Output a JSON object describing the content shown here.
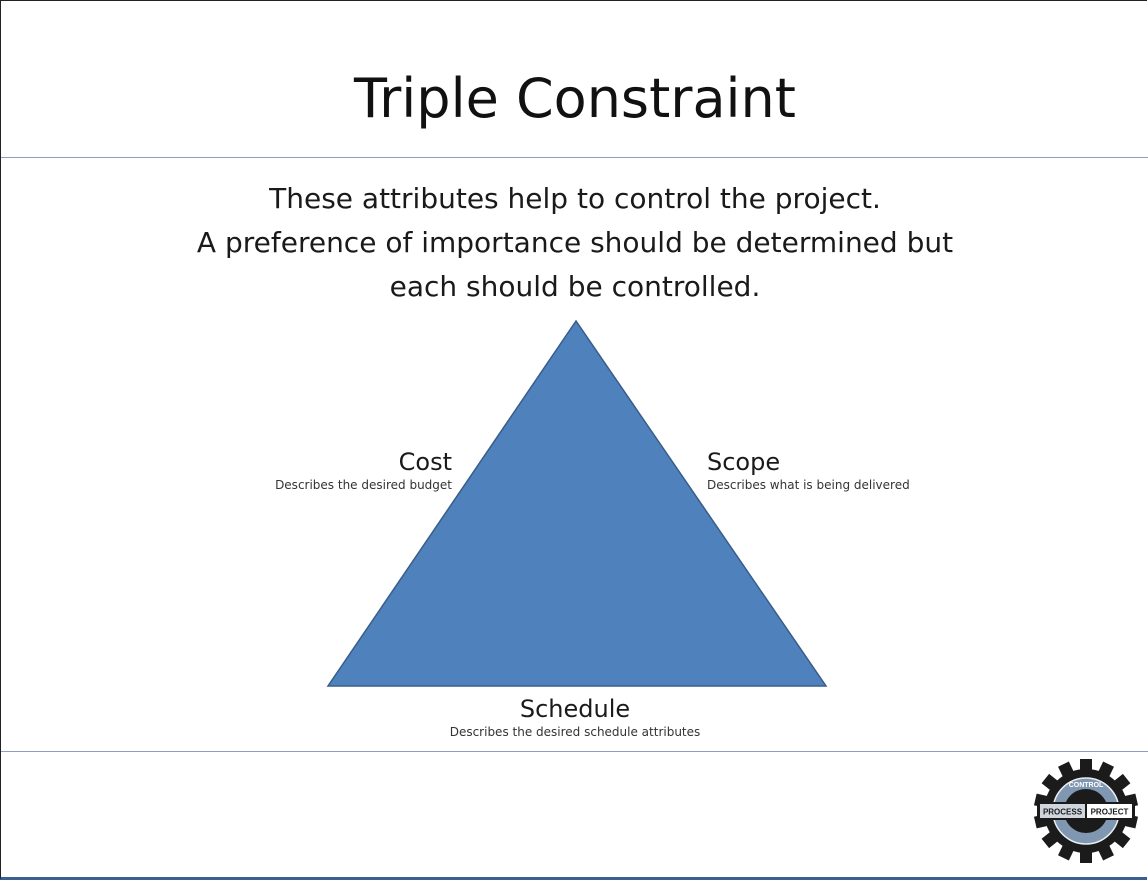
{
  "slide": {
    "title": "Triple Constraint",
    "subtitle_lines": [
      "These attributes help to control the project.",
      "A preference of importance should be determined but",
      "each should be controlled."
    ]
  },
  "diagram": {
    "shape": "triangle",
    "fill_color": "#4f81bd",
    "stroke_color": "#385d8a",
    "vertices": {
      "cost": {
        "name": "Cost",
        "description": "Describes the desired budget"
      },
      "scope": {
        "name": "Scope",
        "description": "Describes what is being delivered"
      },
      "schedule": {
        "name": "Schedule",
        "description": "Describes the desired schedule attributes"
      }
    }
  },
  "logo": {
    "icon": "gear-logo-icon",
    "text_top": "CONTROL",
    "text_left": "PROCESS",
    "text_right": "PROJECT",
    "colors": {
      "gear": "#1b1b1b",
      "ring": "#7f97b0",
      "band_left": "#cfd6de",
      "band_right": "#ffffff"
    }
  },
  "colors": {
    "rule": "#8f9dc2",
    "bottom_border": "#3c5f8f"
  }
}
